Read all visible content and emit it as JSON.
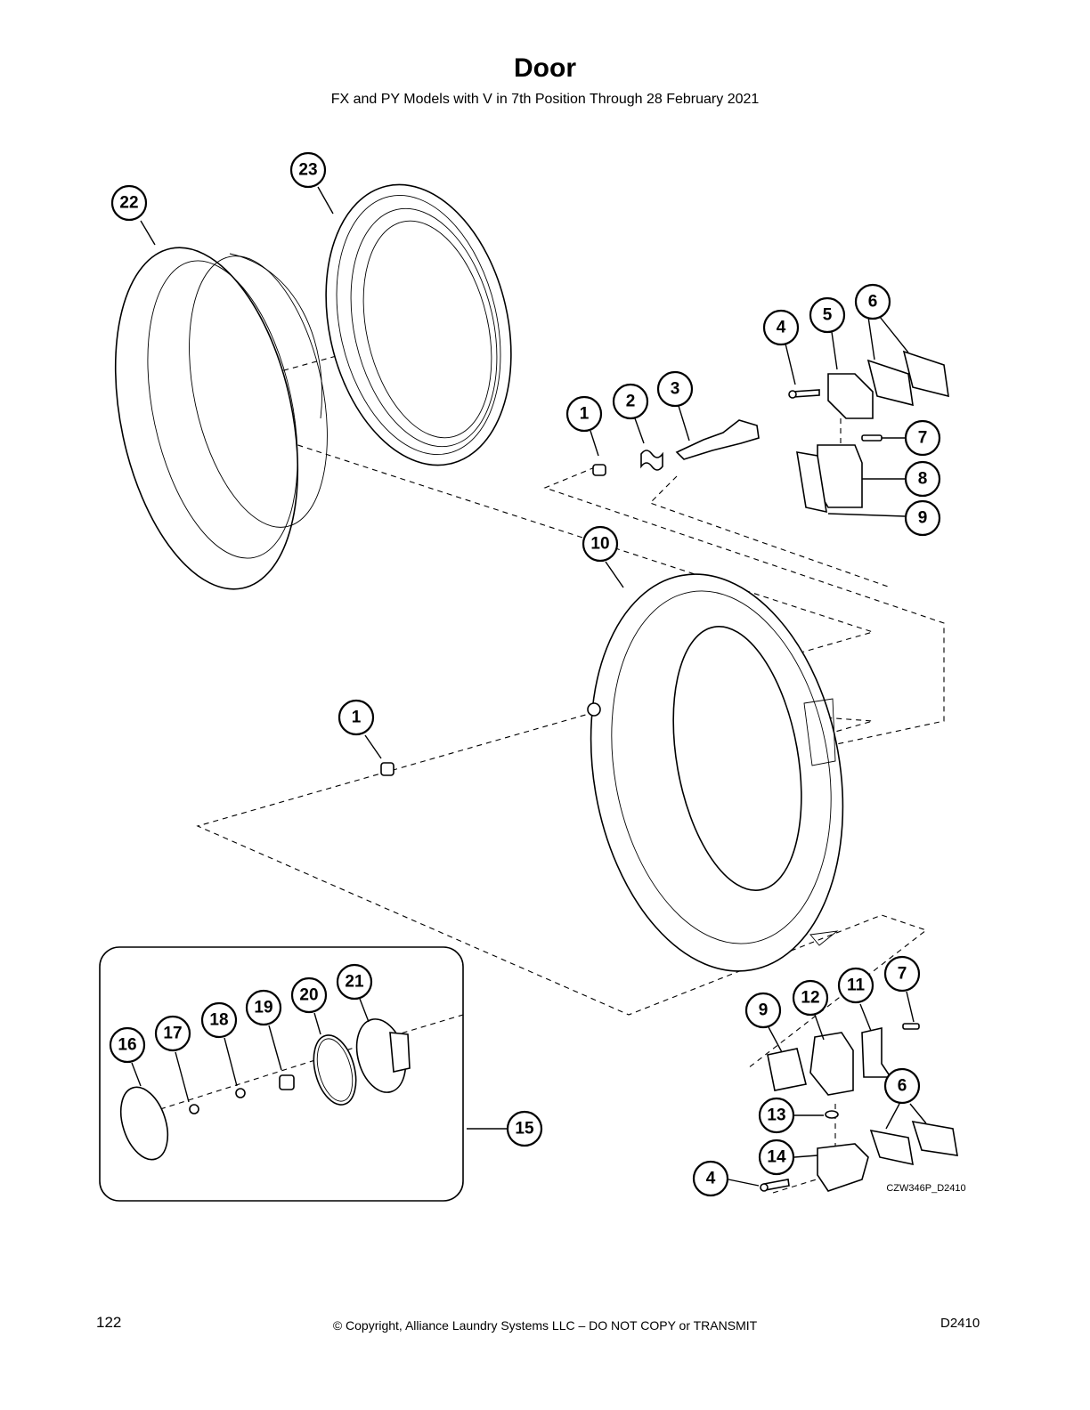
{
  "header": {
    "title": "Door",
    "subtitle": "FX and PY Models with V in 7th Position Through 28 February 2021"
  },
  "callouts": [
    {
      "id": "c22",
      "label": "22"
    },
    {
      "id": "c23",
      "label": "23"
    },
    {
      "id": "c1a",
      "label": "1"
    },
    {
      "id": "c2",
      "label": "2"
    },
    {
      "id": "c3",
      "label": "3"
    },
    {
      "id": "c4a",
      "label": "4"
    },
    {
      "id": "c5",
      "label": "5"
    },
    {
      "id": "c6a",
      "label": "6"
    },
    {
      "id": "c7a",
      "label": "7"
    },
    {
      "id": "c8",
      "label": "8"
    },
    {
      "id": "c9a",
      "label": "9"
    },
    {
      "id": "c10",
      "label": "10"
    },
    {
      "id": "c1b",
      "label": "1"
    },
    {
      "id": "c16",
      "label": "16"
    },
    {
      "id": "c17",
      "label": "17"
    },
    {
      "id": "c18",
      "label": "18"
    },
    {
      "id": "c19",
      "label": "19"
    },
    {
      "id": "c20",
      "label": "20"
    },
    {
      "id": "c21",
      "label": "21"
    },
    {
      "id": "c15",
      "label": "15"
    },
    {
      "id": "c9b",
      "label": "9"
    },
    {
      "id": "c12",
      "label": "12"
    },
    {
      "id": "c11",
      "label": "11"
    },
    {
      "id": "c7b",
      "label": "7"
    },
    {
      "id": "c6b",
      "label": "6"
    },
    {
      "id": "c13",
      "label": "13"
    },
    {
      "id": "c14",
      "label": "14"
    },
    {
      "id": "c4b",
      "label": "4"
    }
  ],
  "drawing_code": "CZW346P_D2410",
  "footer": {
    "page_number": "122",
    "copyright": "© Copyright, Alliance Laundry Systems LLC – DO NOT COPY or TRANSMIT",
    "doc_code": "D2410"
  }
}
